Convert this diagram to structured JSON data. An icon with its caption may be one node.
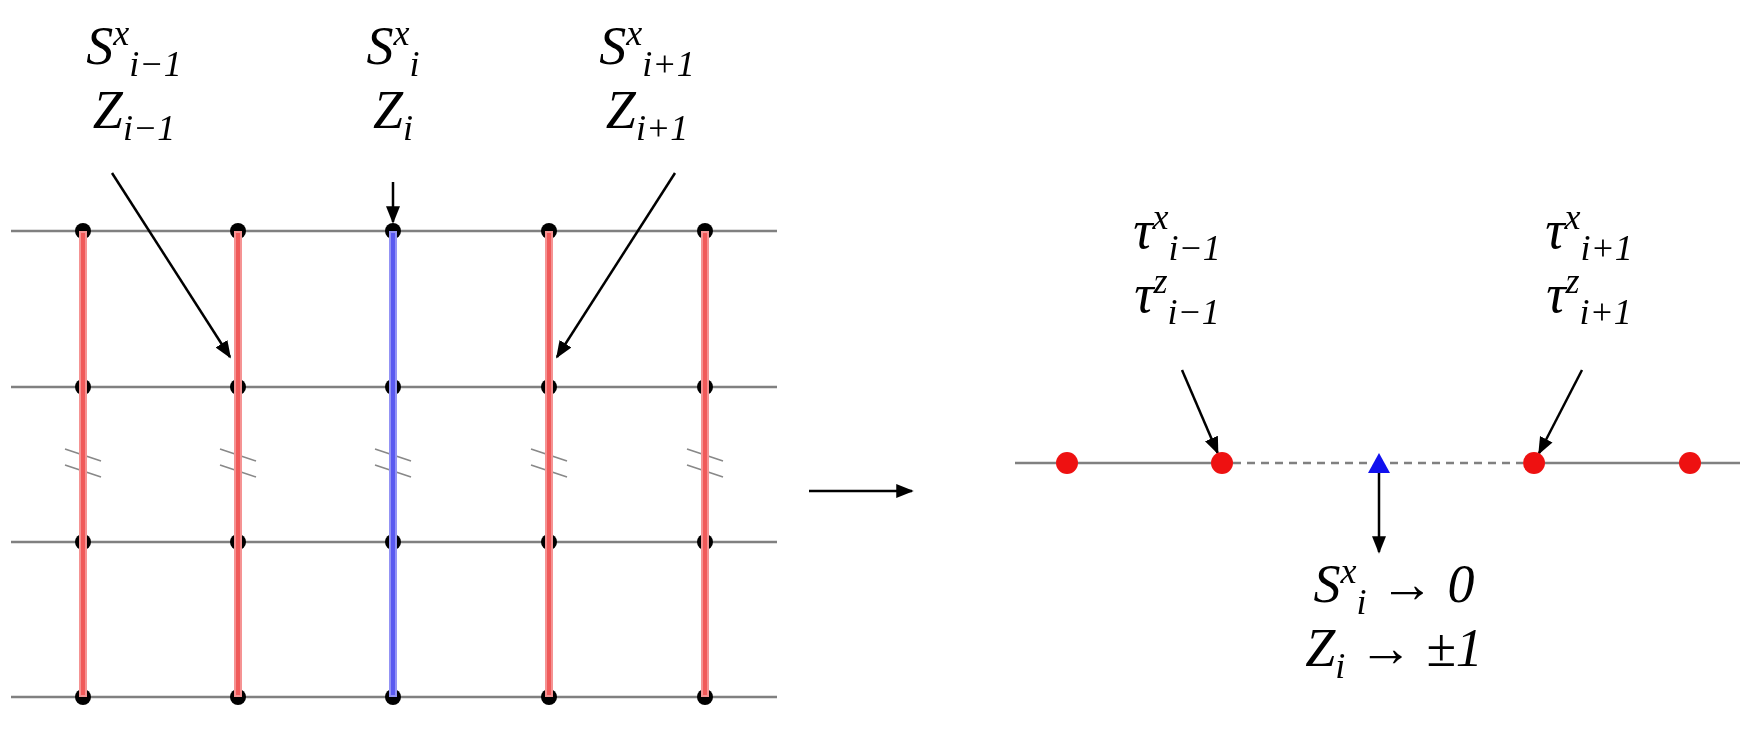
{
  "diagram": {
    "nodes": [
      {
        "text": [
          "S$^{x}$$_{i−1}$",
          "Z$_{i−1}$"
        ]
      },
      {
        "text": [
          "S$^{x}$$_{i}$",
          "Z$_{i}$"
        ]
      },
      {
        "text": [
          "S$^{x}$$_{i+1}$",
          "Z$_{i+1}$"
        ]
      },
      {
        "text": [],
        "shape": "bar"
      },
      {
        "text": [],
        "shape": "bar"
      },
      {
        "text": [],
        "shape": "bar"
      },
      {
        "text": [],
        "shape": "bar"
      },
      {
        "text": [],
        "shape": "bar"
      },
      {
        "text": [],
        "shape": "circle"
      },
      {
        "text": [],
        "shape": "circle"
      },
      {
        "text": [],
        "shape": "triangle"
      },
      {
        "text": [],
        "shape": "circle"
      },
      {
        "text": [],
        "shape": "circle"
      },
      {
        "text": [
          "τ$^{x}$$_{i−1}$",
          "τ$^{z}$$_{i−1}$"
        ]
      },
      {
        "text": [
          "τ$^{x}$$_{i+1}$",
          "τ$^{z}$$_{i+1}$"
        ]
      },
      {
        "text": [
          "S$^{x}$$_{i}$ → 0",
          "Z$_{i}$ → ±1"
        ]
      }
    ],
    "edges": [
      {
        "from": 0,
        "to": 4,
        "arrow": "to"
      },
      {
        "from": 1,
        "to": 5,
        "arrow": "to"
      },
      {
        "from": 2,
        "to": 6,
        "arrow": "to"
      },
      {
        "from": 13,
        "to": 9,
        "arrow": "to"
      },
      {
        "from": 14,
        "to": 11,
        "arrow": "to"
      },
      {
        "from": 10,
        "to": 15,
        "arrow": "to"
      },
      {
        "from": 8,
        "to": 9,
        "arrow": "none",
        "color": "#808080"
      },
      {
        "from": 9,
        "to": 10,
        "arrow": "none",
        "style": "dashed",
        "color": "#808080"
      },
      {
        "from": 10,
        "to": 11,
        "arrow": "none",
        "style": "dashed",
        "color": "#808080"
      },
      {
        "from": 11,
        "to": 12,
        "arrow": "none",
        "color": "#808080"
      }
    ]
  }
}
